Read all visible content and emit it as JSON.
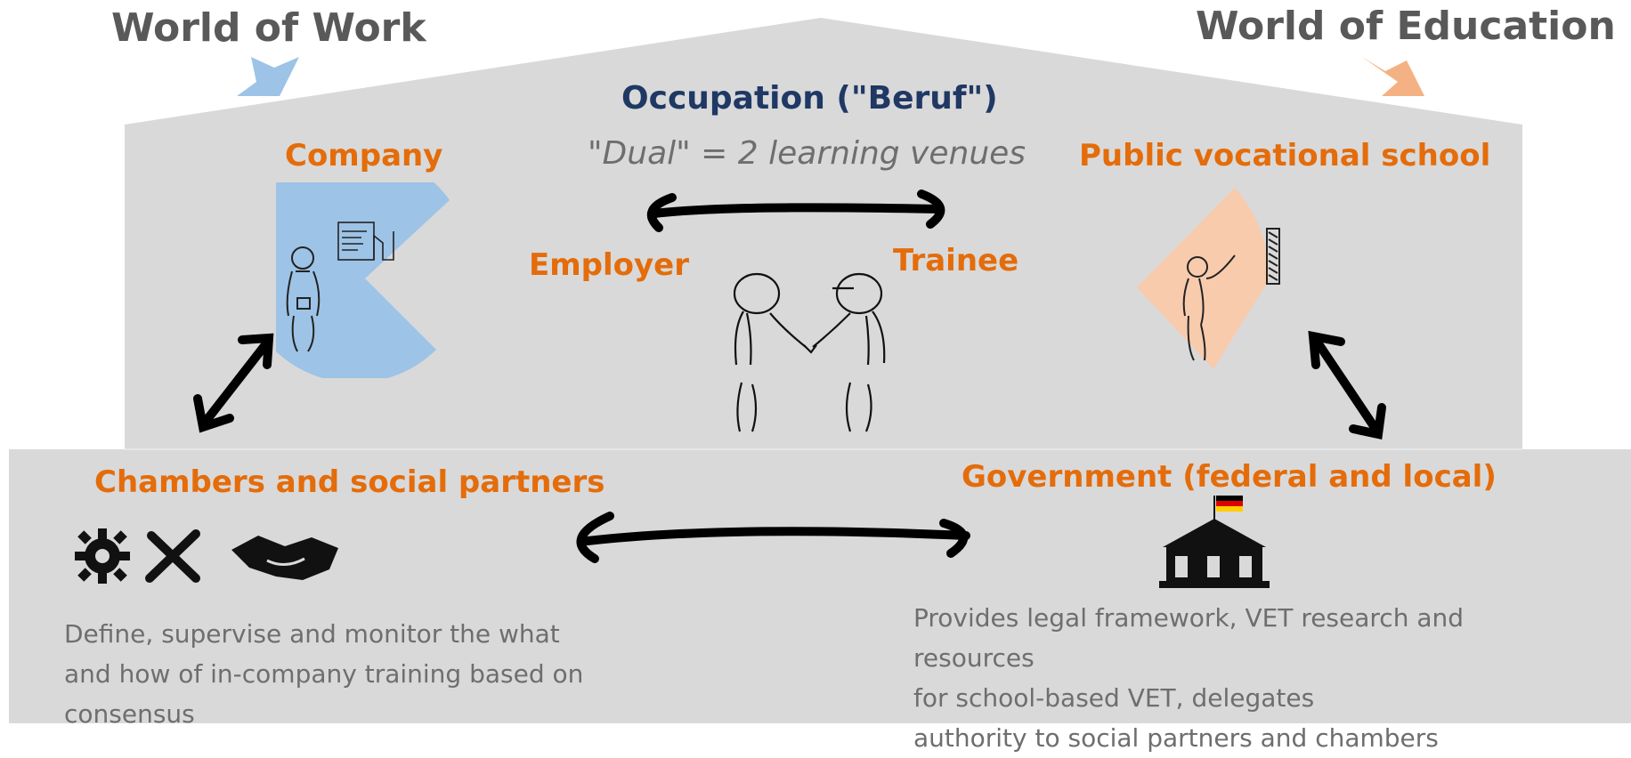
{
  "headers": {
    "world_of_work": "World of Work",
    "world_of_education": "World of Education"
  },
  "roof": {
    "title": "Occupation (\"Beruf\")",
    "subtitle": "\"Dual\" = 2 learning venues"
  },
  "upper": {
    "company": "Company",
    "school": "Public vocational school",
    "employer": "Employer",
    "trainee": "Trainee"
  },
  "lower": {
    "chambers_title": "Chambers and social partners",
    "chambers_desc": [
      "Define, supervise and monitor the what",
      "and how of in-company training based on",
      "consensus"
    ],
    "government_title": "Government (federal and local)",
    "government_desc": [
      "Provides legal framework, VET research and",
      "resources",
      "for school-based VET, delegates",
      "authority to social partners and chambers"
    ]
  },
  "colors": {
    "panel": "#d9d9d9",
    "orange_text": "#e46c0a",
    "navy_text": "#1f3864",
    "blue_shape": "#9dc3e6",
    "peach_shape": "#f8cbad",
    "flag": [
      "#000000",
      "#dd0000",
      "#ffce00"
    ]
  },
  "icons": [
    "arrow-down-blue-icon",
    "arrow-down-orange-icon",
    "company-pie-icon",
    "worker-figure-icon",
    "factory-icon",
    "school-pie-icon",
    "teacher-figure-icon",
    "handshake-people-icon",
    "gear-icon",
    "tools-icon",
    "handshake-icon",
    "government-building-icon",
    "german-flag-icon",
    "double-arrow-icon"
  ]
}
